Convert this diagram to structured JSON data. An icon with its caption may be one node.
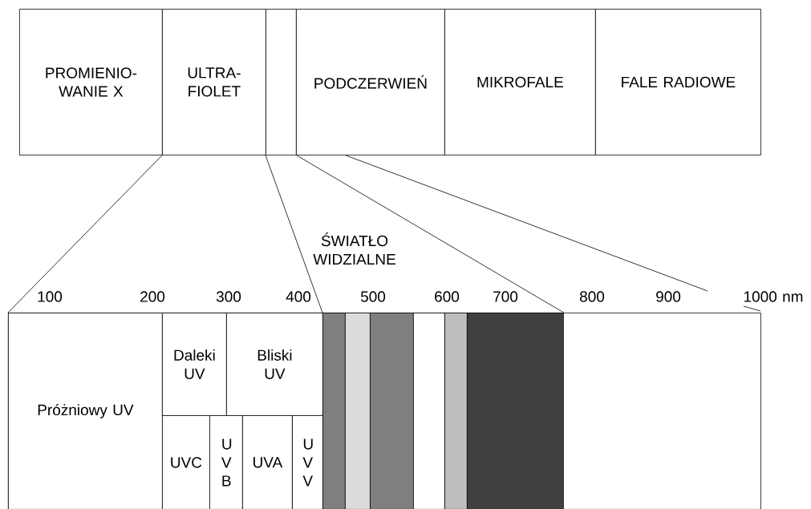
{
  "diagram": {
    "nodes": [
      {
        "text": [
          "PROMIENIO- WANIE X"
        ]
      },
      {
        "text": [
          "ULTRA- FIOLET"
        ]
      },
      {
        "text": [],
        "shape": "box"
      },
      {
        "text": [
          "PODCZERWIEŃ"
        ]
      },
      {
        "text": [
          "MIKROFALE"
        ]
      },
      {
        "text": [
          "FALE RADIOWE"
        ]
      },
      {
        "text": [],
        "shape": "box"
      },
      {
        "text": [
          "Próżniowy UV"
        ],
        "in": 6
      },
      {
        "text": [
          "Daleki UV"
        ],
        "in": 6
      },
      {
        "text": [
          "Bliski UV"
        ],
        "in": 6
      },
      {
        "text": [
          "UVC"
        ],
        "in": 6
      },
      {
        "text": [
          "U V B"
        ],
        "in": 6
      },
      {
        "text": [
          "UVA"
        ],
        "in": 6
      },
      {
        "text": [
          "U V V"
        ],
        "in": 6
      },
      {
        "text": [],
        "shape": "bar",
        "in": 6
      },
      {
        "text": [],
        "shape": "bar",
        "in": 6
      },
      {
        "text": [],
        "shape": "bar",
        "in": 6
      },
      {
        "text": [],
        "shape": "bar",
        "in": 6
      },
      {
        "text": [],
        "shape": "bar",
        "in": 6
      },
      {
        "text": [],
        "shape": "bar",
        "in": 6
      }
    ],
    "edges": [
      {
        "from": 1,
        "to": 7,
        "arrow": "none"
      },
      {
        "from": 2,
        "to": 14,
        "arrow": "none"
      },
      {
        "from": 2,
        "to": 19,
        "arrow": "none"
      },
      {
        "from": 3,
        "to": null,
        "arrow": "none"
      }
    ],
    "labels": [
      "ŚWIATŁO WIDZIALNE",
      "100",
      "200",
      "300",
      "400",
      "500",
      "600",
      "700",
      "800",
      "900",
      "1000 nm"
    ]
  }
}
